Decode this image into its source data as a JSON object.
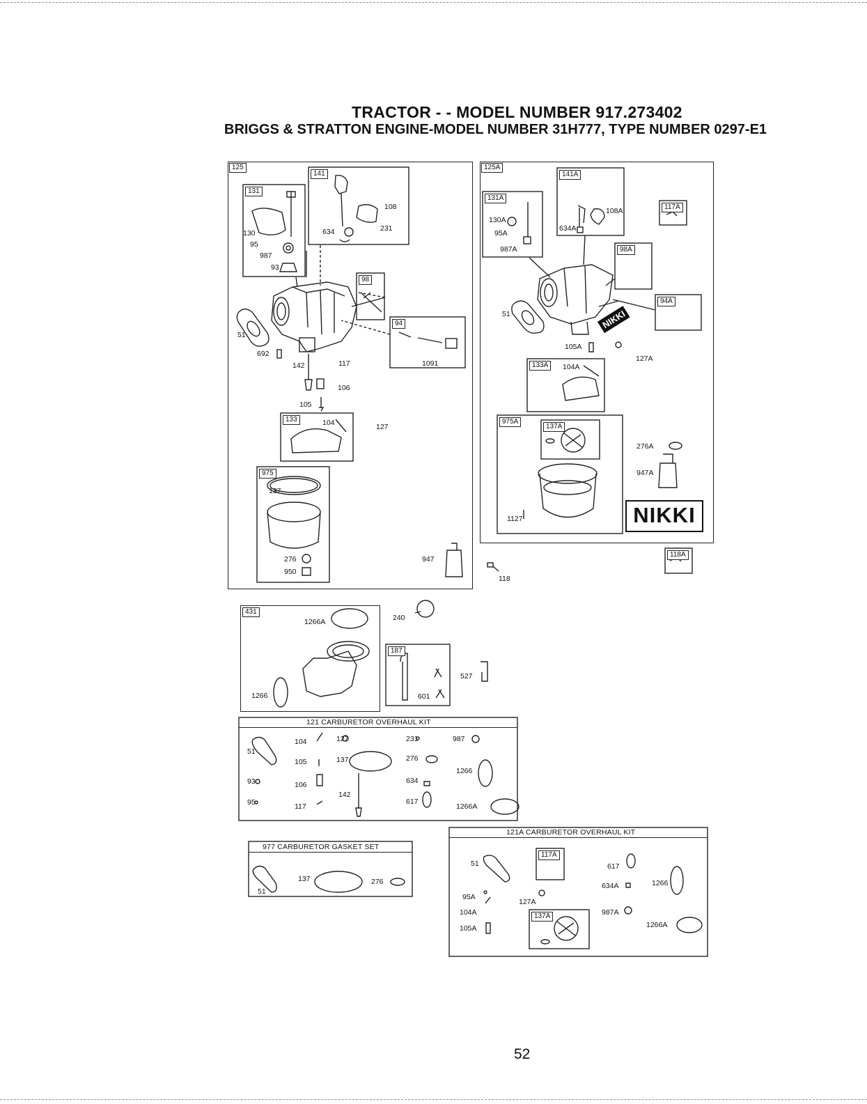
{
  "header": {
    "title": "TRACTOR - - MODEL NUMBER  917.273402",
    "subtitle": "BRIGGS & STRATTON ENGINE-MODEL NUMBER 31H777, TYPE NUMBER 0297-E1"
  },
  "tags": {
    "t125": "125",
    "t131": "131",
    "t141": "141",
    "t98": "98",
    "t94": "94",
    "t133": "133",
    "t975": "975",
    "t125A": "125A",
    "t131A": "131A",
    "t141A": "141A",
    "t117A": "117A",
    "t98A": "98A",
    "t94A": "94A",
    "t133A": "133A",
    "t975A": "975A",
    "t137A": "137A",
    "t118A": "118A",
    "t431": "431",
    "t187": "187",
    "k117A": "117A",
    "k137A": "137A"
  },
  "labels": {
    "l108": "108",
    "l634": "634",
    "l231": "231",
    "l130": "130",
    "l95": "95",
    "l987": "987",
    "l93": "93",
    "l51": "51",
    "l692": "692",
    "l142": "142",
    "l117": "117",
    "l106": "106",
    "l105": "105",
    "l104": "104",
    "l127": "127",
    "l1091": "1091",
    "l137": "137",
    "l276": "276",
    "l950": "950",
    "l947": "947",
    "l118": "118",
    "l130A": "130A",
    "l95A": "95A",
    "l987A": "987A",
    "l634A": "634A",
    "l108A": "108A",
    "l51A": "51",
    "l105A": "105A",
    "l127A": "127A",
    "l104A": "104A",
    "l276A": "276A",
    "l947A": "947A",
    "l1127": "1127",
    "l1266A": "1266A",
    "l1266": "1266",
    "l240": "240",
    "l527": "527",
    "l601": "601"
  },
  "nikki": {
    "big": "NIKKI",
    "small": "NIKKI"
  },
  "kit121": {
    "title": "121 CARBURETOR OVERHAUL KIT",
    "parts": [
      "51",
      "104",
      "127",
      "231",
      "987",
      "105",
      "137",
      "276",
      "1266",
      "93",
      "106",
      "142",
      "634",
      "95",
      "117",
      "617",
      "1266A"
    ]
  },
  "kit977": {
    "title": "977 CARBURETOR GASKET SET",
    "parts": [
      "51",
      "137",
      "276"
    ]
  },
  "kit121A": {
    "title": "121A CARBURETOR OVERHAUL KIT",
    "parts": [
      "51",
      "617",
      "1266",
      "95A",
      "634A",
      "127A",
      "104A",
      "987A",
      "105A",
      "1266A"
    ]
  },
  "page_number": "52"
}
